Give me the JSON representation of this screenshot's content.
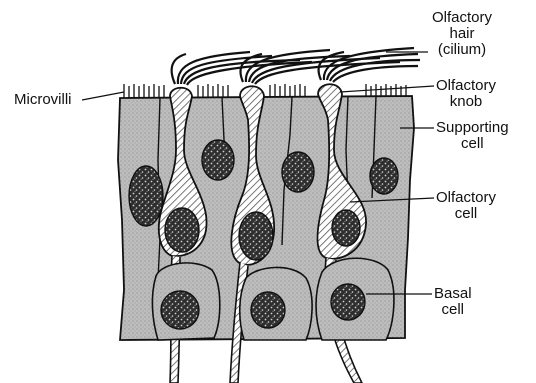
{
  "labels": {
    "olfactory_hair_1": "Olfactory",
    "olfactory_hair_2": "hair",
    "olfactory_hair_3": "(cilium)",
    "olfactory_knob_1": "Olfactory",
    "olfactory_knob_2": "knob",
    "supporting_cell_1": "Supporting",
    "supporting_cell_2": "cell",
    "olfactory_cell_1": "Olfactory",
    "olfactory_cell_2": "cell",
    "basal_cell_1": "Basal",
    "basal_cell_2": "cell",
    "microvilli": "Microvilli"
  },
  "colors": {
    "cell_fill": "#c8c8c8",
    "line": "#111111",
    "hatch": "#444444",
    "nucleus": "#3a3a3a"
  }
}
